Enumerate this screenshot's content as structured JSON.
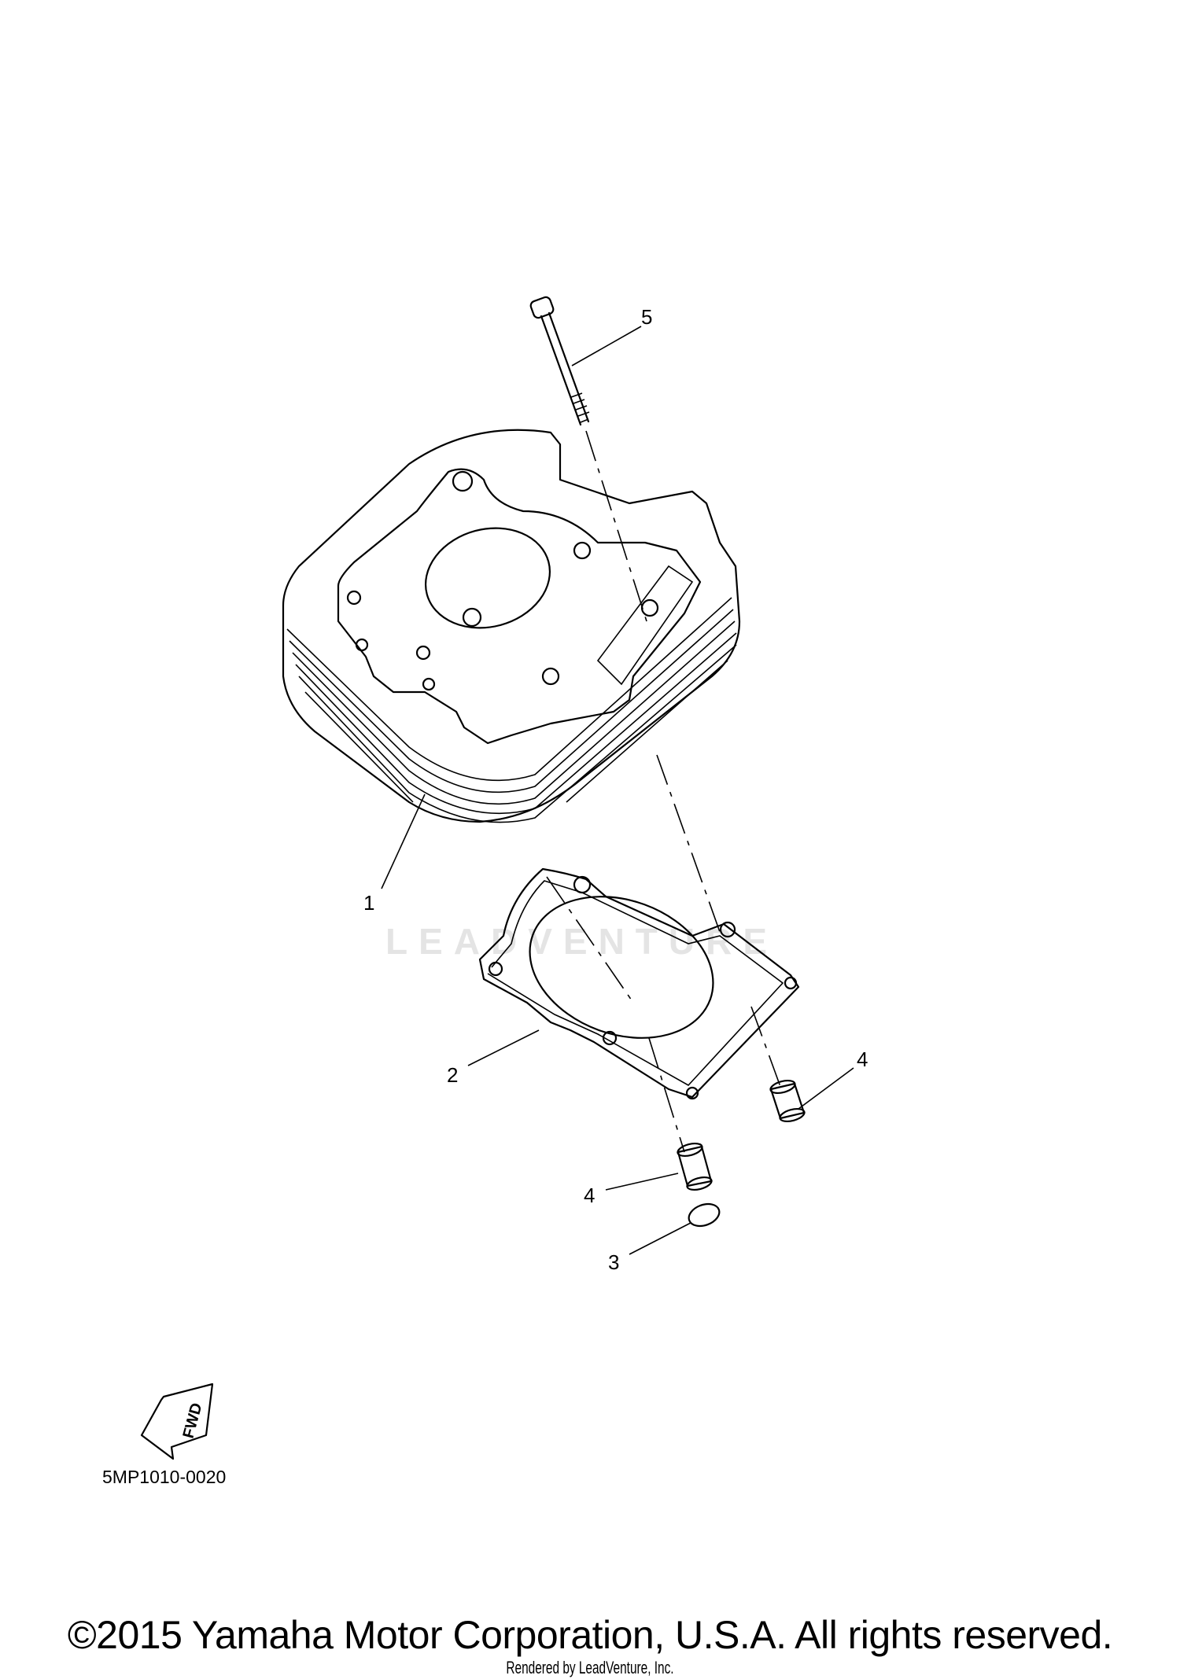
{
  "diagram": {
    "callouts": [
      {
        "id": "1",
        "label": "1"
      },
      {
        "id": "2",
        "label": "2"
      },
      {
        "id": "3",
        "label": "3"
      },
      {
        "id": "4a",
        "label": "4"
      },
      {
        "id": "4b",
        "label": "4"
      },
      {
        "id": "5",
        "label": "5"
      }
    ],
    "fwd_label": "FWD",
    "diagram_code": "5MP1010-0020",
    "watermark": "LEADVENTURE",
    "copyright": "©2015 Yamaha Motor Corporation, U.S.A. All rights reserved.",
    "rendered_by": "Rendered by LeadVenture, Inc."
  },
  "colors": {
    "line": "#000000",
    "background": "#ffffff",
    "watermark": "#e4e4e4"
  }
}
